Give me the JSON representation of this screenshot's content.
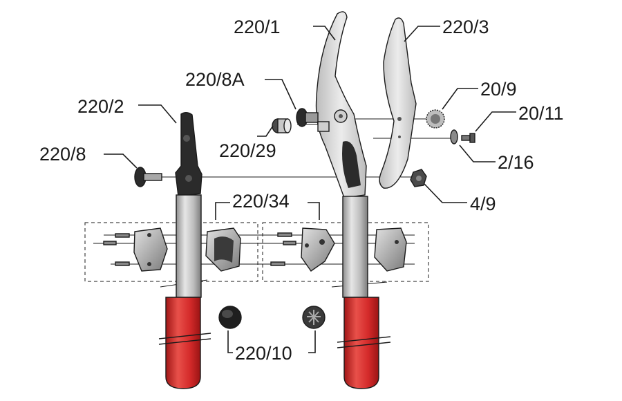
{
  "diagram": {
    "labels": {
      "part_220_1": "220/1",
      "part_220_3": "220/3",
      "part_220_8A": "220/8A",
      "part_20_9": "20/9",
      "part_220_2": "220/2",
      "part_20_11": "20/11",
      "part_220_29": "220/29",
      "part_220_8": "220/8",
      "part_2_16": "2/16",
      "part_220_34": "220/34",
      "part_4_9": "4/9",
      "part_220_10": "220/10"
    },
    "colors": {
      "handle_red": "#d42a2a",
      "blade_grey": "#d4d4d4",
      "dark_part": "#2b2b2b",
      "tube_grey": "#b9b9b9"
    }
  }
}
